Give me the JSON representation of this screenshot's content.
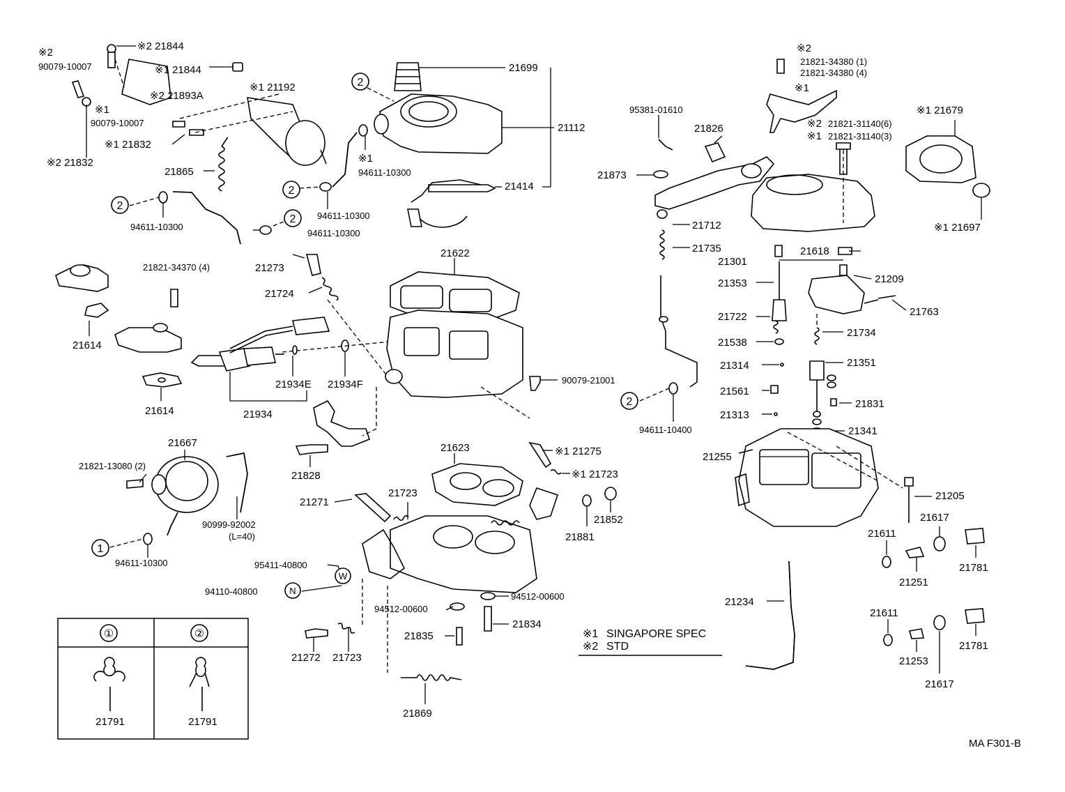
{
  "legend_notes": {
    "mark1": "※1",
    "mark2": "※2",
    "singapore": "SINGAPORE SPEC",
    "std": "STD"
  },
  "footer": {
    "code": "MA  F301-B"
  },
  "clip_table": {
    "col1_head": "①",
    "col2_head": "②",
    "col1_part": "21791",
    "col2_part": "21791"
  },
  "circle_marks": {
    "one": "1",
    "two": "2",
    "w": "W",
    "n": "N"
  },
  "labels": {
    "l90079_10007_a": "90079-10007",
    "l21844_top": "※2 21844",
    "l21844_mid": "※1  21844",
    "l21893a": "※2 21893A",
    "l21192": "※1 21192",
    "l90079_10007_b": "90079-10007",
    "l21832_a": "※1 21832",
    "l21832_b": "※2 21832",
    "l21865": "21865",
    "l94611_a": "94611-10300",
    "l94611_b": "94611-10300",
    "l94611_c": "94611-10300",
    "l94611_d": "94611-10300",
    "l21699": "21699",
    "l21112": "21112",
    "l21414": "21414",
    "l21821_34370": "21821-34370 (4)",
    "l21614_a": "21614",
    "l21614_b": "21614",
    "l21273": "21273",
    "l21724": "21724",
    "l21622": "21622",
    "l21934e": "21934E",
    "l21934f": "21934F",
    "l21934": "21934",
    "l90079_21001": "90079-21001",
    "l21828": "21828",
    "l21667": "21667",
    "l21821_13080": "21821-13080 (2)",
    "l90999": "90999-92002",
    "l90999_len": "(L=40)",
    "l94611_e": "94611-10300",
    "l21623": "21623",
    "l21275": "※1 21275",
    "l21723_a": "※1 21723",
    "l21271": "21271",
    "l21723_b": "21723",
    "l21881": "21881",
    "l21852": "21852",
    "l95411": "95411-40800",
    "l94110": "94110-40800",
    "l94512_a": "94512-00600",
    "l94512_b": "94512-00600",
    "l21834": "21834",
    "l21835": "21835",
    "l21272": "21272",
    "l21723_c": "21723",
    "l21869": "21869",
    "l95381": "95381-01610",
    "l21826": "21826",
    "l21873": "21873",
    "l21712": "21712",
    "l21735": "21735",
    "l94611_10400": "94611-10400",
    "l21821_34380_1": "21821-34380 (1)",
    "l21821_34380_4": "21821-34380 (4)",
    "l21821_31140_6": "21821-31140(6)",
    "l21821_31140_3": "21821-31140(3)",
    "l21679": "※1 21679",
    "l21697": "※1 21697",
    "l21618": "21618",
    "l21301": "21301",
    "l21353": "21353",
    "l21209": "21209",
    "l21763": "21763",
    "l21722": "21722",
    "l21734": "21734",
    "l21538": "21538",
    "l21314": "21314",
    "l21351": "21351",
    "l21561": "21561",
    "l21831": "21831",
    "l21313": "21313",
    "l21341": "21341",
    "l21255": "21255",
    "l21205": "21205",
    "l21617_a": "21617",
    "l21611_a": "21611",
    "l21781_a": "21781",
    "l21251": "21251",
    "l21234": "21234",
    "l21611_b": "21611",
    "l21781_b": "21781",
    "l21253": "21253",
    "l21617_b": "21617"
  }
}
